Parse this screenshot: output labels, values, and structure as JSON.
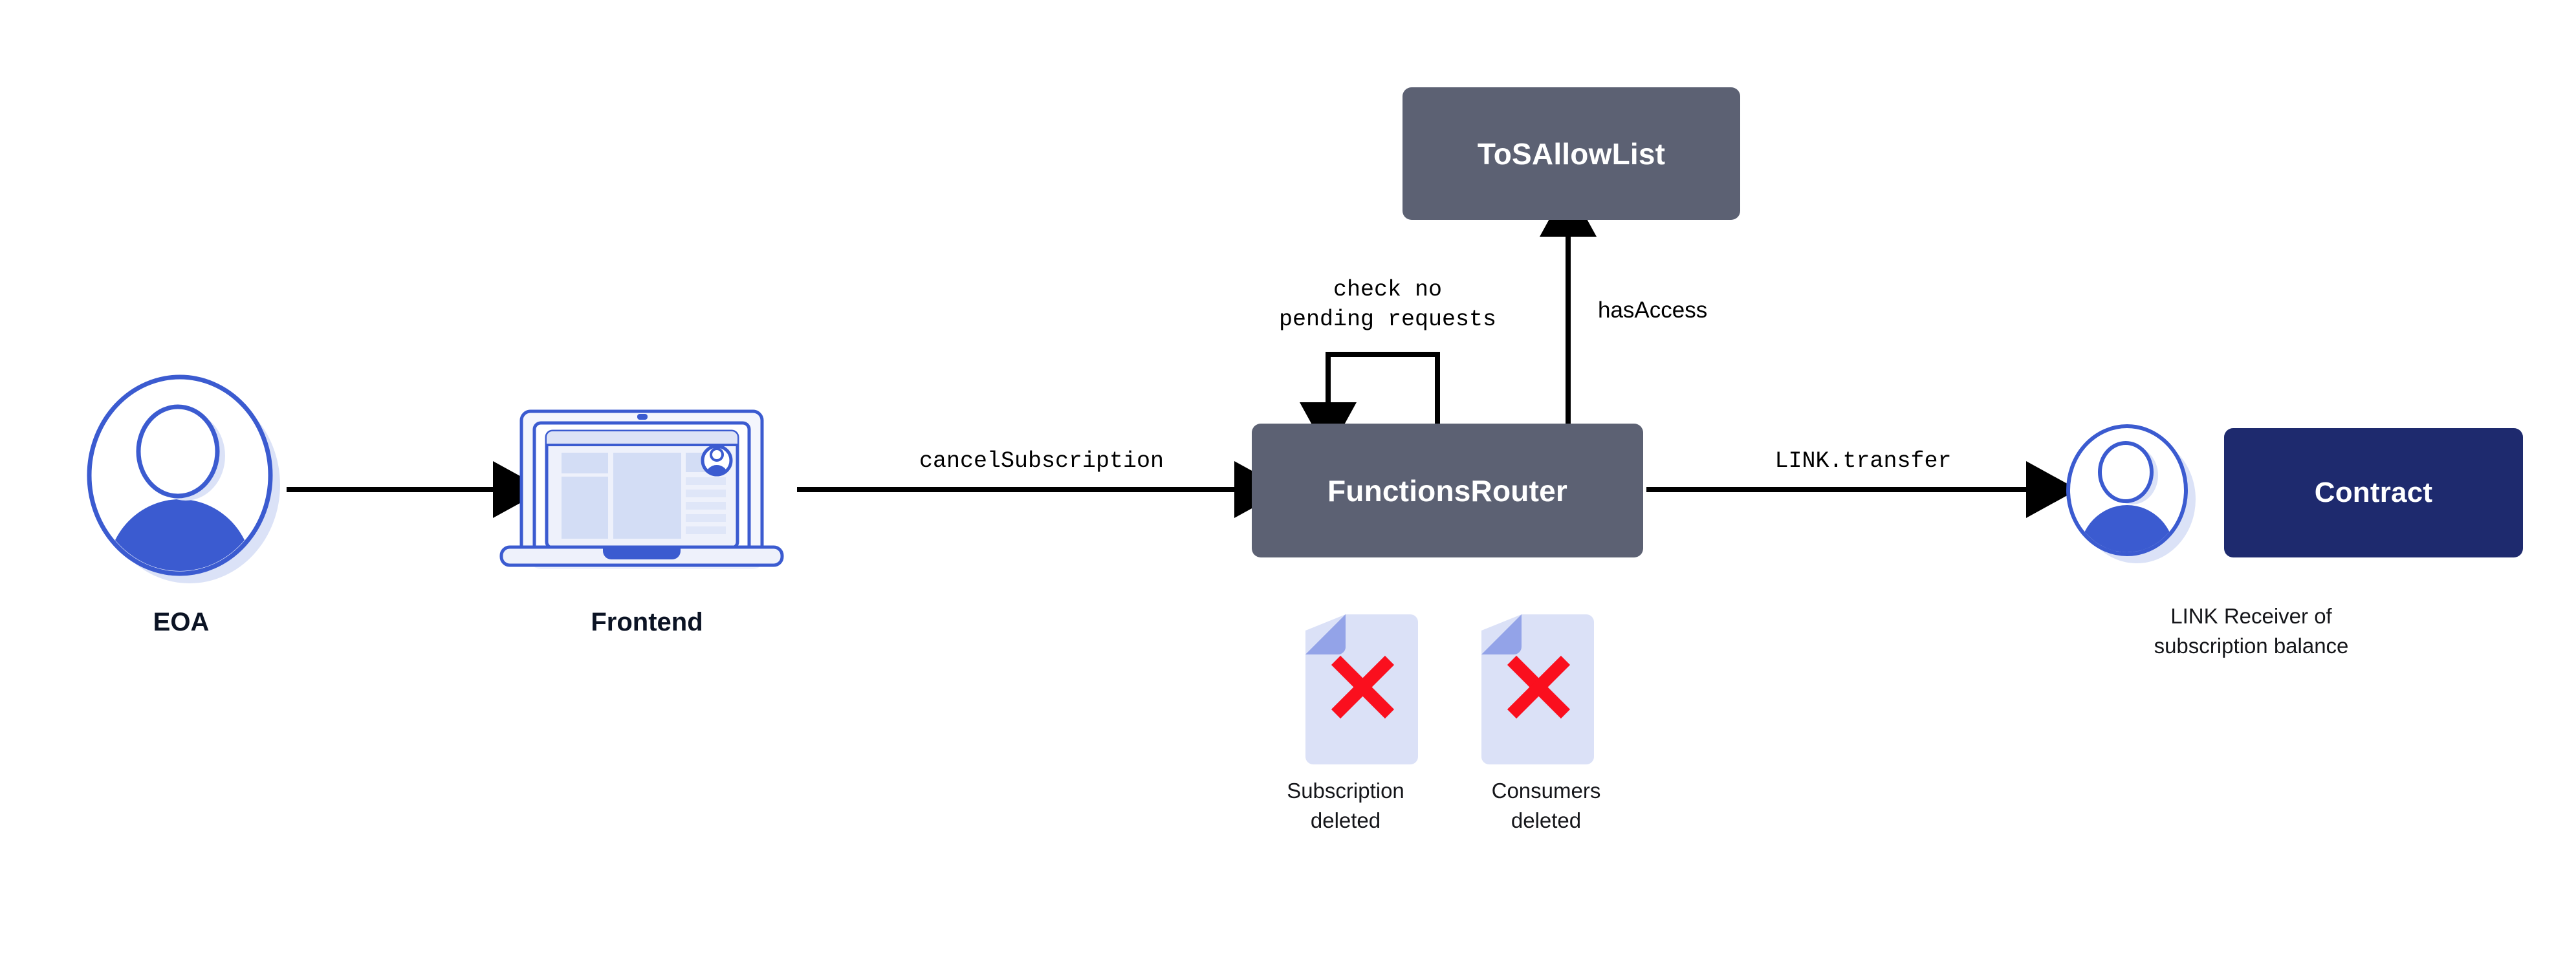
{
  "diagram": {
    "title": "Chainlink Functions cancelSubscription flow",
    "background": "#ffffff",
    "colors": {
      "node_slate": "#5c6173",
      "node_navy": "#1e2a6e",
      "accent_blue": "#3b5bd0",
      "avatar_shadow": "#dbe2f7",
      "doc_body": "#dbe1f7",
      "doc_fold": "#93a3e8",
      "x_red": "#fa0f1e",
      "edge_black": "#000000",
      "caption_dark": "#0b1324"
    }
  },
  "nodes": {
    "eoa": {
      "label": "EOA",
      "icon": "user-avatar-icon"
    },
    "frontend": {
      "label": "Frontend",
      "icon": "laptop-icon"
    },
    "functions_router": {
      "label": "FunctionsRouter",
      "shape": "rounded-rect",
      "fill": "#5c6173"
    },
    "tos_allowlist": {
      "label": "ToSAllowList",
      "shape": "rounded-rect",
      "fill": "#5c6173"
    },
    "link_receiver": {
      "caption_line1": "LINK Receiver of",
      "caption_line2": "subscription balance",
      "icon": "user-avatar-icon"
    },
    "contract": {
      "label": "Contract",
      "shape": "rounded-rect",
      "fill": "#1e2a6e"
    }
  },
  "edges": {
    "eoa_to_frontend": {
      "label": "",
      "direction": "right"
    },
    "frontend_to_router": {
      "label": "cancelSubscription",
      "direction": "right"
    },
    "router_self_loop": {
      "label_line1": "check no",
      "label_line2": "pending requests",
      "direction": "self"
    },
    "router_to_tos": {
      "label": "hasAccess",
      "direction": "up"
    },
    "router_to_receiver": {
      "label": "LINK.transfer",
      "direction": "right"
    }
  },
  "artifacts": [
    {
      "icon": "document-deleted-icon",
      "caption_line1": "Subscription",
      "caption_line2": "deleted"
    },
    {
      "icon": "document-deleted-icon",
      "caption_line1": "Consumers",
      "caption_line2": "deleted"
    }
  ]
}
